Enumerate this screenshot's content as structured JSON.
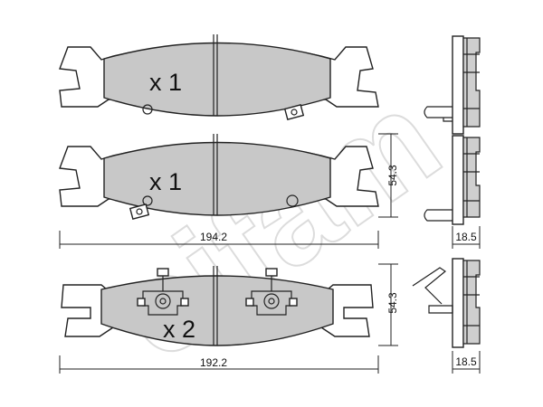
{
  "pads": [
    {
      "quantity": "x 1"
    },
    {
      "quantity": "x 1"
    },
    {
      "quantity": "x 2"
    }
  ],
  "dimensions": {
    "width_upper": "194.2",
    "height_upper": "54.3",
    "thickness_upper": "18.5",
    "width_lower": "192.2",
    "height_lower": "54.3",
    "thickness_lower": "18.5"
  },
  "watermark": "cifam",
  "colors": {
    "pad_fill": "#c8c8c8",
    "outline": "#222222",
    "watermark": "#dcdcdc"
  }
}
